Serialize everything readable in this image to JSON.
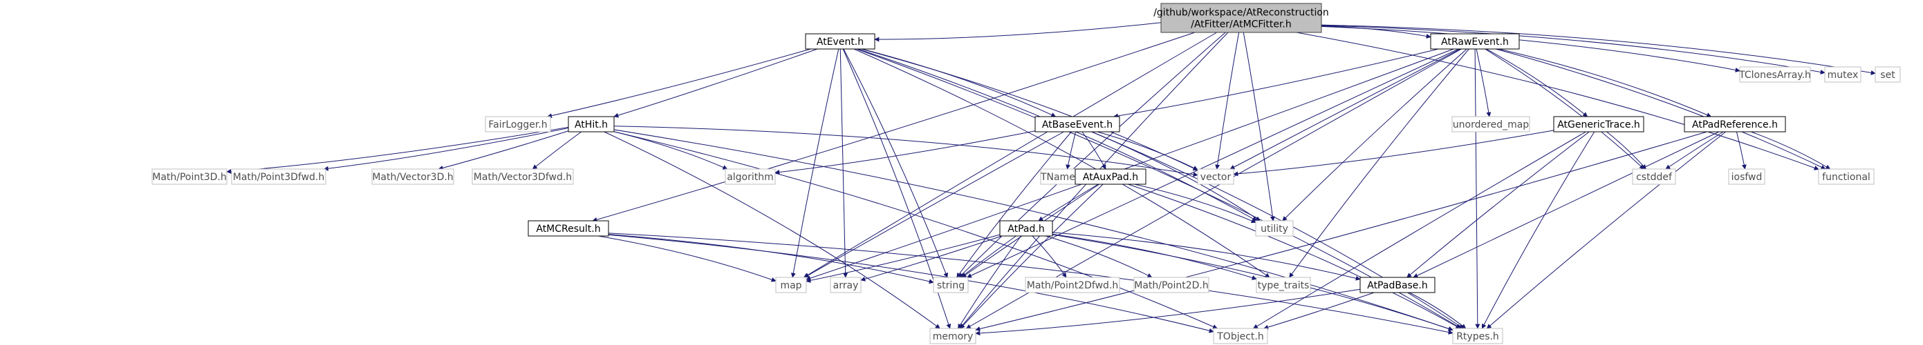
{
  "graph": {
    "colors": {
      "edge": "#191970",
      "root_fill": "#bfbfbf",
      "root_stroke": "#404040",
      "doc_stroke": "#000000",
      "ext_stroke": "#bfbfbf",
      "ext_text": "#4d4d4d"
    },
    "nodes": [
      {
        "id": "root",
        "lines": [
          "/github/workspace/AtReconstruction",
          "/AtFitter/AtMCFitter.h"
        ],
        "style": "root"
      },
      {
        "id": "atevent",
        "lines": [
          "AtEvent.h"
        ],
        "style": "doc"
      },
      {
        "id": "atrawevent",
        "lines": [
          "AtRawEvent.h"
        ],
        "style": "doc"
      },
      {
        "id": "tclonesarray",
        "lines": [
          "TClonesArray.h"
        ],
        "style": "ext"
      },
      {
        "id": "mutex",
        "lines": [
          "mutex"
        ],
        "style": "ext"
      },
      {
        "id": "set",
        "lines": [
          "set"
        ],
        "style": "ext"
      },
      {
        "id": "fairlogger",
        "lines": [
          "FairLogger.h"
        ],
        "style": "ext"
      },
      {
        "id": "athit",
        "lines": [
          "AtHit.h"
        ],
        "style": "doc"
      },
      {
        "id": "atbaseevent",
        "lines": [
          "AtBaseEvent.h"
        ],
        "style": "doc"
      },
      {
        "id": "unordered_map",
        "lines": [
          "unordered_map"
        ],
        "style": "ext"
      },
      {
        "id": "atgenerictrace",
        "lines": [
          "AtGenericTrace.h"
        ],
        "style": "doc"
      },
      {
        "id": "atpadreference",
        "lines": [
          "AtPadReference.h"
        ],
        "style": "doc"
      },
      {
        "id": "point3d",
        "lines": [
          "Math/Point3D.h"
        ],
        "style": "ext"
      },
      {
        "id": "point3dfwd",
        "lines": [
          "Math/Point3Dfwd.h"
        ],
        "style": "ext"
      },
      {
        "id": "vector3d",
        "lines": [
          "Math/Vector3D.h"
        ],
        "style": "ext"
      },
      {
        "id": "vector3dfwd",
        "lines": [
          "Math/Vector3Dfwd.h"
        ],
        "style": "ext"
      },
      {
        "id": "algorithm",
        "lines": [
          "algorithm"
        ],
        "style": "ext"
      },
      {
        "id": "tnamed",
        "lines": [
          "TNamed.h"
        ],
        "style": "ext"
      },
      {
        "id": "ataux",
        "lines": [
          "AtAuxPad.h"
        ],
        "style": "doc"
      },
      {
        "id": "vector",
        "lines": [
          "vector"
        ],
        "style": "ext"
      },
      {
        "id": "cstddef",
        "lines": [
          "cstddef"
        ],
        "style": "ext"
      },
      {
        "id": "iosfwd",
        "lines": [
          "iosfwd"
        ],
        "style": "ext"
      },
      {
        "id": "functional",
        "lines": [
          "functional"
        ],
        "style": "ext"
      },
      {
        "id": "utility",
        "lines": [
          "utility"
        ],
        "style": "ext"
      },
      {
        "id": "atmcresult",
        "lines": [
          "AtMCResult.h"
        ],
        "style": "doc"
      },
      {
        "id": "atpad",
        "lines": [
          "AtPad.h"
        ],
        "style": "doc"
      },
      {
        "id": "map",
        "lines": [
          "map"
        ],
        "style": "ext"
      },
      {
        "id": "array",
        "lines": [
          "array"
        ],
        "style": "ext"
      },
      {
        "id": "string",
        "lines": [
          "string"
        ],
        "style": "ext"
      },
      {
        "id": "point2dfwd",
        "lines": [
          "Math/Point2Dfwd.h"
        ],
        "style": "ext"
      },
      {
        "id": "point2d",
        "lines": [
          "Math/Point2D.h"
        ],
        "style": "ext"
      },
      {
        "id": "type_traits",
        "lines": [
          "type_traits"
        ],
        "style": "ext"
      },
      {
        "id": "atpadbase",
        "lines": [
          "AtPadBase.h"
        ],
        "style": "doc"
      },
      {
        "id": "memory",
        "lines": [
          "memory"
        ],
        "style": "ext"
      },
      {
        "id": "tobject",
        "lines": [
          "TObject.h"
        ],
        "style": "ext"
      },
      {
        "id": "rtypes",
        "lines": [
          "Rtypes.h"
        ],
        "style": "ext"
      }
    ],
    "edges": [
      [
        "root",
        "atevent"
      ],
      [
        "root",
        "atrawevent"
      ],
      [
        "root",
        "tclonesarray"
      ],
      [
        "root",
        "mutex"
      ],
      [
        "root",
        "set"
      ],
      [
        "root",
        "atmcresult"
      ],
      [
        "root",
        "vector"
      ],
      [
        "root",
        "utility"
      ],
      [
        "root",
        "string"
      ],
      [
        "root",
        "memory"
      ],
      [
        "root",
        "map"
      ],
      [
        "root",
        "functional"
      ],
      [
        "atevent",
        "fairlogger"
      ],
      [
        "atevent",
        "athit"
      ],
      [
        "atevent",
        "atbaseevent"
      ],
      [
        "atevent",
        "vector"
      ],
      [
        "atevent",
        "array"
      ],
      [
        "atevent",
        "map"
      ],
      [
        "atevent",
        "memory"
      ],
      [
        "atevent",
        "utility"
      ],
      [
        "atevent",
        "type_traits"
      ],
      [
        "atevent",
        "string"
      ],
      [
        "atevent",
        "rtypes"
      ],
      [
        "atrawevent",
        "atbaseevent"
      ],
      [
        "atrawevent",
        "unordered_map"
      ],
      [
        "atrawevent",
        "atgenerictrace"
      ],
      [
        "atrawevent",
        "atpadreference"
      ],
      [
        "atrawevent",
        "vector"
      ],
      [
        "atrawevent",
        "utility"
      ],
      [
        "atrawevent",
        "cstddef"
      ],
      [
        "atrawevent",
        "functional"
      ],
      [
        "atrawevent",
        "map"
      ],
      [
        "atrawevent",
        "string"
      ],
      [
        "atrawevent",
        "memory"
      ],
      [
        "atrawevent",
        "rtypes"
      ],
      [
        "atrawevent",
        "type_traits"
      ],
      [
        "athit",
        "point3d"
      ],
      [
        "athit",
        "point3dfwd"
      ],
      [
        "athit",
        "vector3d"
      ],
      [
        "athit",
        "vector3dfwd"
      ],
      [
        "athit",
        "algorithm"
      ],
      [
        "athit",
        "vector"
      ],
      [
        "athit",
        "memory"
      ],
      [
        "athit",
        "rtypes"
      ],
      [
        "athit",
        "tobject"
      ],
      [
        "atbaseevent",
        "algorithm"
      ],
      [
        "atbaseevent",
        "tnamed"
      ],
      [
        "atbaseevent",
        "ataux"
      ],
      [
        "atbaseevent",
        "vector"
      ],
      [
        "atbaseevent",
        "utility"
      ],
      [
        "atbaseevent",
        "map"
      ],
      [
        "atbaseevent",
        "string"
      ],
      [
        "atbaseevent",
        "rtypes"
      ],
      [
        "ataux",
        "atpad"
      ],
      [
        "ataux",
        "utility"
      ],
      [
        "ataux",
        "string"
      ],
      [
        "ataux",
        "rtypes"
      ],
      [
        "ataux",
        "memory"
      ],
      [
        "atgenerictrace",
        "atpadbase"
      ],
      [
        "atgenerictrace",
        "cstddef"
      ],
      [
        "atgenerictrace",
        "vector"
      ],
      [
        "atgenerictrace",
        "rtypes"
      ],
      [
        "atgenerictrace",
        "tobject"
      ],
      [
        "atpadreference",
        "cstddef"
      ],
      [
        "atpadreference",
        "iosfwd"
      ],
      [
        "atpadreference",
        "functional"
      ],
      [
        "atpadreference",
        "rtypes"
      ],
      [
        "atpadreference",
        "atpadbase"
      ],
      [
        "atpadreference",
        "memory"
      ],
      [
        "atmcresult",
        "map"
      ],
      [
        "atmcresult",
        "string"
      ],
      [
        "atmcresult",
        "tobject"
      ],
      [
        "atmcresult",
        "rtypes"
      ],
      [
        "atpad",
        "map"
      ],
      [
        "atpad",
        "array"
      ],
      [
        "atpad",
        "string"
      ],
      [
        "atpad",
        "point2dfwd"
      ],
      [
        "atpad",
        "point2d"
      ],
      [
        "atpad",
        "type_traits"
      ],
      [
        "atpad",
        "atpadbase"
      ],
      [
        "atpad",
        "memory"
      ],
      [
        "atpad",
        "rtypes"
      ],
      [
        "atpadbase",
        "memory"
      ],
      [
        "atpadbase",
        "tobject"
      ],
      [
        "atpadbase",
        "rtypes"
      ]
    ]
  }
}
